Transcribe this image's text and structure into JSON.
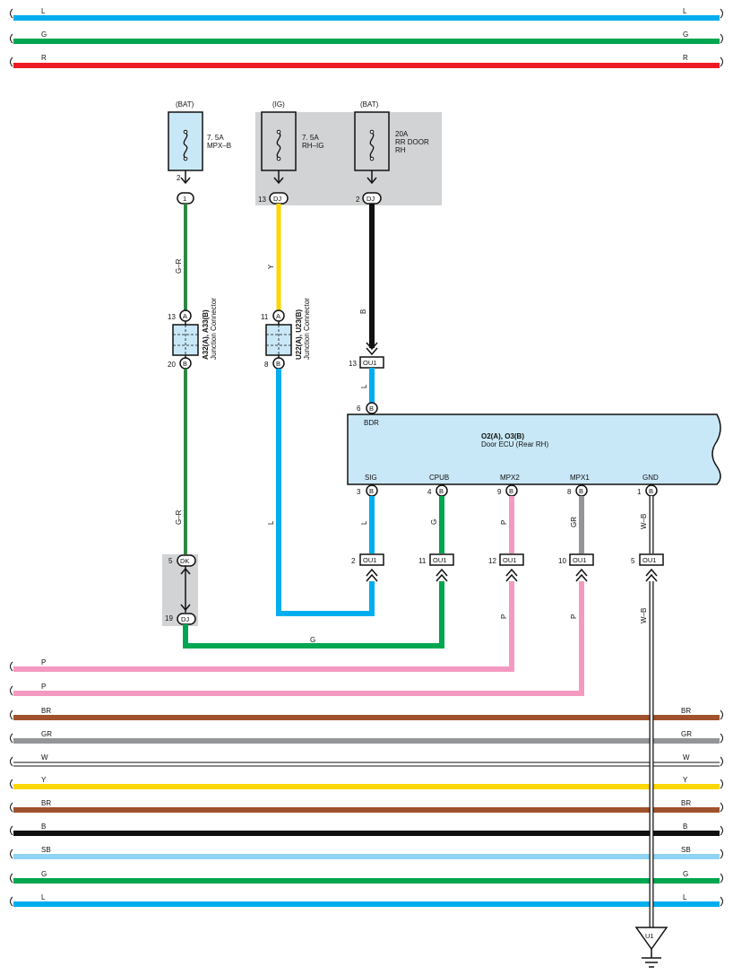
{
  "top_buses": [
    {
      "code": "L",
      "color": "#00aeef"
    },
    {
      "code": "G",
      "color": "#00a650"
    },
    {
      "code": "R",
      "color": "#ed1c24"
    }
  ],
  "bottom_buses": [
    {
      "code": "P",
      "color": "#f49ac1",
      "right_label": false
    },
    {
      "code": "P",
      "color": "#f49ac1",
      "right_label": false
    },
    {
      "code": "BR",
      "color": "#a0522d",
      "right_label": true
    },
    {
      "code": "GR",
      "color": "#939598",
      "right_label": true
    },
    {
      "code": "W",
      "color": "#ffffff",
      "right_label": true
    },
    {
      "code": "Y",
      "color": "#ffd700",
      "right_label": true
    },
    {
      "code": "BR",
      "color": "#a0522d",
      "right_label": true
    },
    {
      "code": "B",
      "color": "#111111",
      "right_label": true
    },
    {
      "code": "SB",
      "color": "#8fd3f5",
      "right_label": true
    },
    {
      "code": "G",
      "color": "#00a650",
      "right_label": true
    },
    {
      "code": "L",
      "color": "#00aeef",
      "right_label": true
    }
  ],
  "fuses": [
    {
      "source": "(BAT)",
      "rating": "7. 5A",
      "name": "MPX–B",
      "name2": "",
      "pin": "2",
      "conn": "1"
    },
    {
      "source": "(IG)",
      "rating": "7. 5A",
      "name": "RH–IG",
      "name2": "",
      "pin": "13",
      "conn": "DJ"
    },
    {
      "source": "(BAT)",
      "rating": "20A",
      "name": "RR DOOR",
      "name2": "RH",
      "pin": "2",
      "conn": "DJ"
    }
  ],
  "junction_connectors": [
    {
      "id": "A32(A), A33(B)",
      "desc": "Junction Connector",
      "pin_top": "13",
      "conn_top": "A",
      "pin_bottom": "20",
      "conn_bottom": "B"
    },
    {
      "id": "U22(A), U23(B)",
      "desc": "Junction Connector",
      "pin_top": "11",
      "conn_top": "A",
      "pin_bottom": "8",
      "conn_bottom": "B"
    }
  ],
  "ecu": {
    "id": "O2(A), O3(B)",
    "name": "Door ECU (Rear RH)",
    "bdr": {
      "label": "BDR",
      "pin": "6",
      "conn": "B",
      "inline_pin": "13",
      "inline_conn": "OU1"
    },
    "terminals": [
      {
        "label": "SIG",
        "pin": "3",
        "conn": "B",
        "inline_pin": "2",
        "inline_conn": "OU1"
      },
      {
        "label": "CPUB",
        "pin": "4",
        "conn": "B",
        "inline_pin": "11",
        "inline_conn": "OU1"
      },
      {
        "label": "MPX2",
        "pin": "9",
        "conn": "B",
        "inline_pin": "12",
        "inline_conn": "OU1"
      },
      {
        "label": "MPX1",
        "pin": "8",
        "conn": "B",
        "inline_pin": "10",
        "inline_conn": "OU1"
      },
      {
        "label": "GND",
        "pin": "1",
        "conn": "B",
        "inline_pin": "5",
        "inline_conn": "OU1"
      }
    ]
  },
  "joint_connector": {
    "pin_top": "5",
    "conn_top": "DK",
    "pin_bottom": "19",
    "conn_bottom": "DJ"
  },
  "wire_colors": {
    "gr_bat": "G–R",
    "y_ig": "Y",
    "b_rrdoor": "B",
    "l_bdr": "L",
    "l_junction": "L",
    "gr_lower": "G–R",
    "l_sig": "L",
    "g_cpub": "G",
    "p_mpx2": "P",
    "gr_mpx1": "GR",
    "wb_gnd": "W–B",
    "p_mpx2_low": "P",
    "p_mpx1_low": "P",
    "wb_gnd_low": "W–B",
    "g_bottom": "G"
  },
  "ground": {
    "id": "U1"
  },
  "colors": {
    "L": "#00aeef",
    "G": "#00a650",
    "R": "#ed1c24",
    "Y": "#ffd700",
    "B": "#111111",
    "P": "#f49ac1",
    "GR": "#939598",
    "BR": "#a0522d",
    "SB": "#8fd3f5",
    "fuse_fill": "#c9e8f7",
    "ecu_fill": "#c9e8f7",
    "shade": "#d1d3d4"
  }
}
